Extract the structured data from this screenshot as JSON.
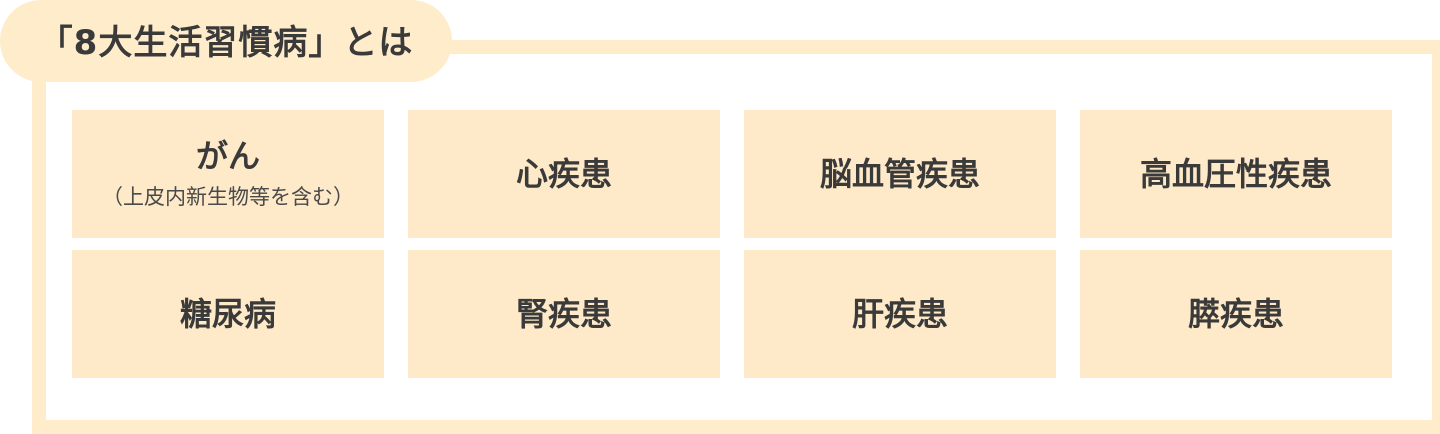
{
  "title": "「8大生活習慣病」とは",
  "diseases": [
    {
      "label": "がん",
      "sublabel": "（上皮内新生物等を含む）"
    },
    {
      "label": "心疾患"
    },
    {
      "label": "脳血管疾患"
    },
    {
      "label": "高血圧性疾患"
    },
    {
      "label": "糖尿病"
    },
    {
      "label": "腎疾患"
    },
    {
      "label": "肝疾患"
    },
    {
      "label": "膵疾患"
    }
  ],
  "colors": {
    "accent": "#feeccb",
    "cell": "#feeac8",
    "text": "#3a3a3a"
  }
}
